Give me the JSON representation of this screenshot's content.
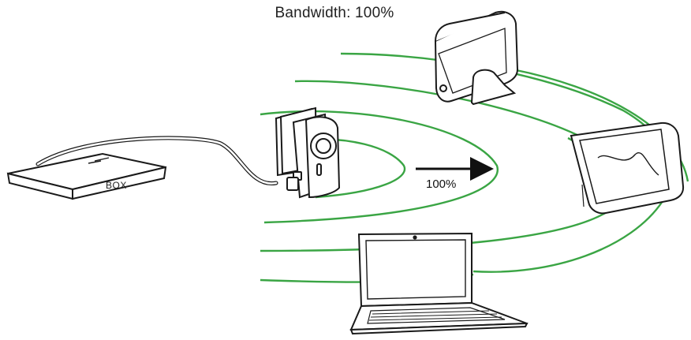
{
  "diagram": {
    "title": "Bandwidth: 100%",
    "arrow_label": "100%",
    "router_label": "BOX"
  },
  "colors": {
    "signal": "#3aa544",
    "outline": "#1a1a1a"
  },
  "icons": {
    "router": "router-box-icon",
    "repeater": "wifi-repeater-plug-icon",
    "hard_drive": "external-hard-drive-icon",
    "tablet": "tablet-icon",
    "laptop": "laptop-icon"
  }
}
